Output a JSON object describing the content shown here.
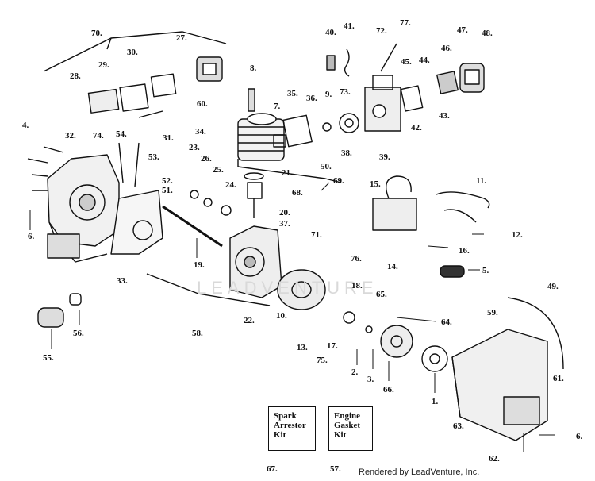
{
  "callouts": [
    "1.",
    "2.",
    "3.",
    "4.",
    "5.",
    "6.",
    "6.",
    "7.",
    "8.",
    "9.",
    "10.",
    "11.",
    "12.",
    "13.",
    "14.",
    "15.",
    "16.",
    "17.",
    "18.",
    "19.",
    "20.",
    "21.",
    "22.",
    "23.",
    "24.",
    "25.",
    "26.",
    "27.",
    "28.",
    "29.",
    "30.",
    "31.",
    "32.",
    "33.",
    "34.",
    "35.",
    "36.",
    "37.",
    "38.",
    "39.",
    "40.",
    "41.",
    "42.",
    "43.",
    "44.",
    "45.",
    "46.",
    "47.",
    "48.",
    "49.",
    "50.",
    "51.",
    "52.",
    "53.",
    "54.",
    "55.",
    "56.",
    "57.",
    "58.",
    "59.",
    "60.",
    "61.",
    "62.",
    "63.",
    "64.",
    "65.",
    "66.",
    "67.",
    "68.",
    "69.",
    "70.",
    "71.",
    "72.",
    "73.",
    "74.",
    "75.",
    "76.",
    "77."
  ],
  "kits": [
    {
      "lines": [
        "Spark",
        "Arrestor",
        "Kit"
      ],
      "number": "67."
    },
    {
      "lines": [
        "Engine",
        "Gasket",
        "Kit"
      ],
      "number": "57."
    }
  ],
  "watermark": "LEADVENTURE",
  "credit": "Rendered by LeadVenture, Inc."
}
